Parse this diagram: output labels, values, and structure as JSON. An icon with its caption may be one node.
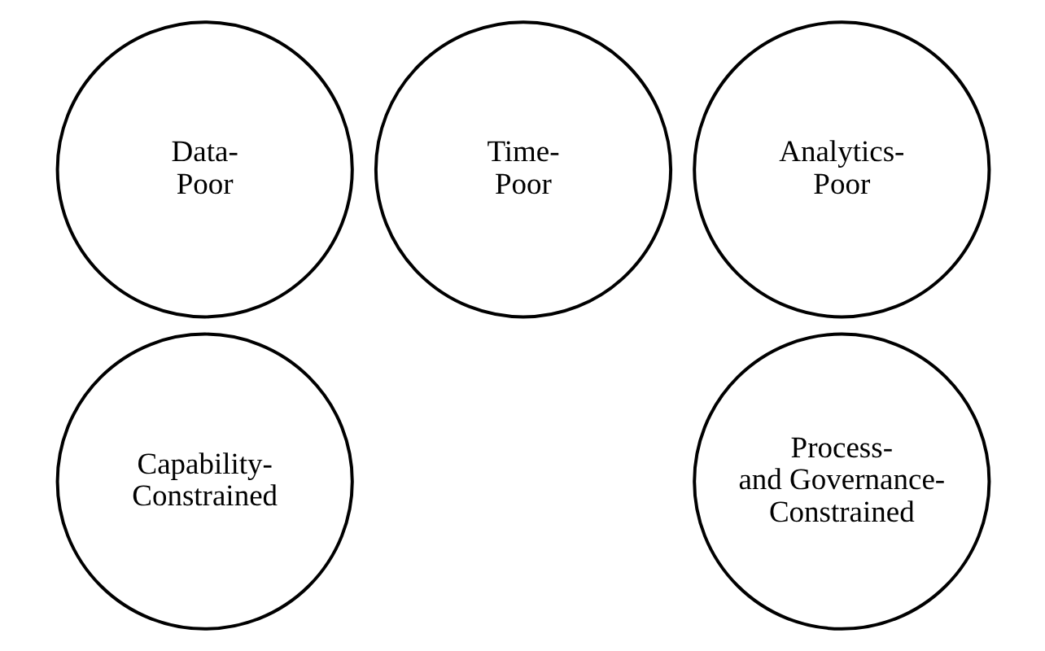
{
  "diagram": {
    "nodes": [
      {
        "text": [
          "Data- Poor"
        ]
      },
      {
        "text": [
          "Time- Poor"
        ]
      },
      {
        "text": [
          "Analytics- Poor"
        ]
      },
      {
        "text": [
          "Capability- Constrained"
        ]
      },
      {
        "text": [
          "Process- and Governance- Constrained"
        ]
      }
    ]
  }
}
